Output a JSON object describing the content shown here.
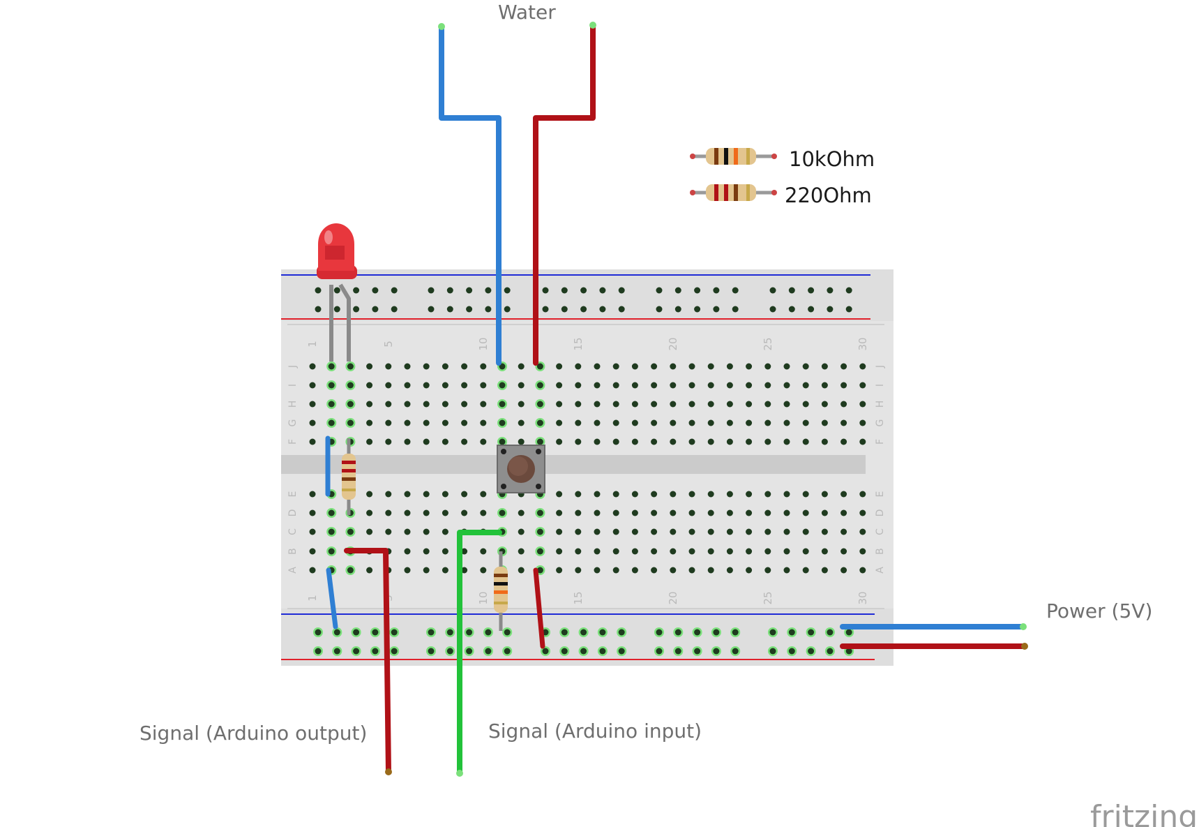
{
  "labels": {
    "water": "Water",
    "power": "Power (5V)",
    "signal_output": "Signal (Arduino output)",
    "signal_input": "Signal (Arduino input)",
    "resistor_10k": "10kOhm",
    "resistor_220": "220Ohm",
    "brand": "fritzing"
  },
  "breadboard": {
    "columns": 30,
    "top_rows": [
      "J",
      "I",
      "H",
      "G",
      "F"
    ],
    "bottom_rows": [
      "E",
      "D",
      "C",
      "B",
      "A"
    ],
    "column_markers": [
      "1",
      "5",
      "10",
      "15",
      "20",
      "25",
      "30"
    ]
  },
  "colors": {
    "wire_blue": "#2f7fd3",
    "wire_red": "#b01117",
    "wire_green": "#22c23a",
    "lead_gray": "#8a8a8a",
    "board": "#dedede",
    "rail_blue": "#1f2bd6",
    "rail_red": "#e0202a",
    "led": "#e8373d",
    "highlight": "#7be07b"
  }
}
